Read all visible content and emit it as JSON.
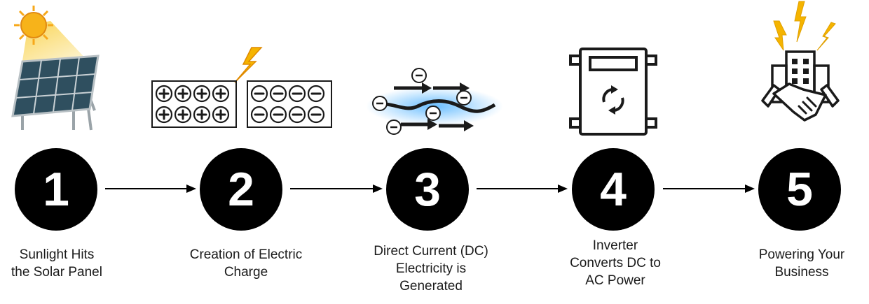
{
  "colors": {
    "circle": "#000000",
    "arrow": "#000000",
    "text": "#1a1a1a",
    "sun": "#f7b31a",
    "sun_rays": "#f9d24a",
    "panel": "#2f4f5f",
    "panel_frame": "#9aa3a8",
    "bolt": "#f5b400",
    "glow": "#38a8ff"
  },
  "icons": {
    "step1": "solar-panel-with-sun-icon",
    "step2": "charge-plates-with-lightning-icon",
    "step3": "electron-flow-icon",
    "step4": "inverter-box-icon",
    "step5": "building-handshake-icon"
  },
  "steps": [
    {
      "number": "1",
      "caption_lines": [
        "Sunlight Hits",
        "the Solar Panel"
      ]
    },
    {
      "number": "2",
      "caption_lines": [
        "Creation of Electric",
        "Charge"
      ]
    },
    {
      "number": "3",
      "caption_lines": [
        "Direct Current (DC)",
        "Electricity is",
        "Generated"
      ]
    },
    {
      "number": "4",
      "caption_lines": [
        "Inverter",
        "Converts DC to",
        "AC Power"
      ]
    },
    {
      "number": "5",
      "caption_lines": [
        "Powering Your",
        "Business"
      ]
    }
  ]
}
